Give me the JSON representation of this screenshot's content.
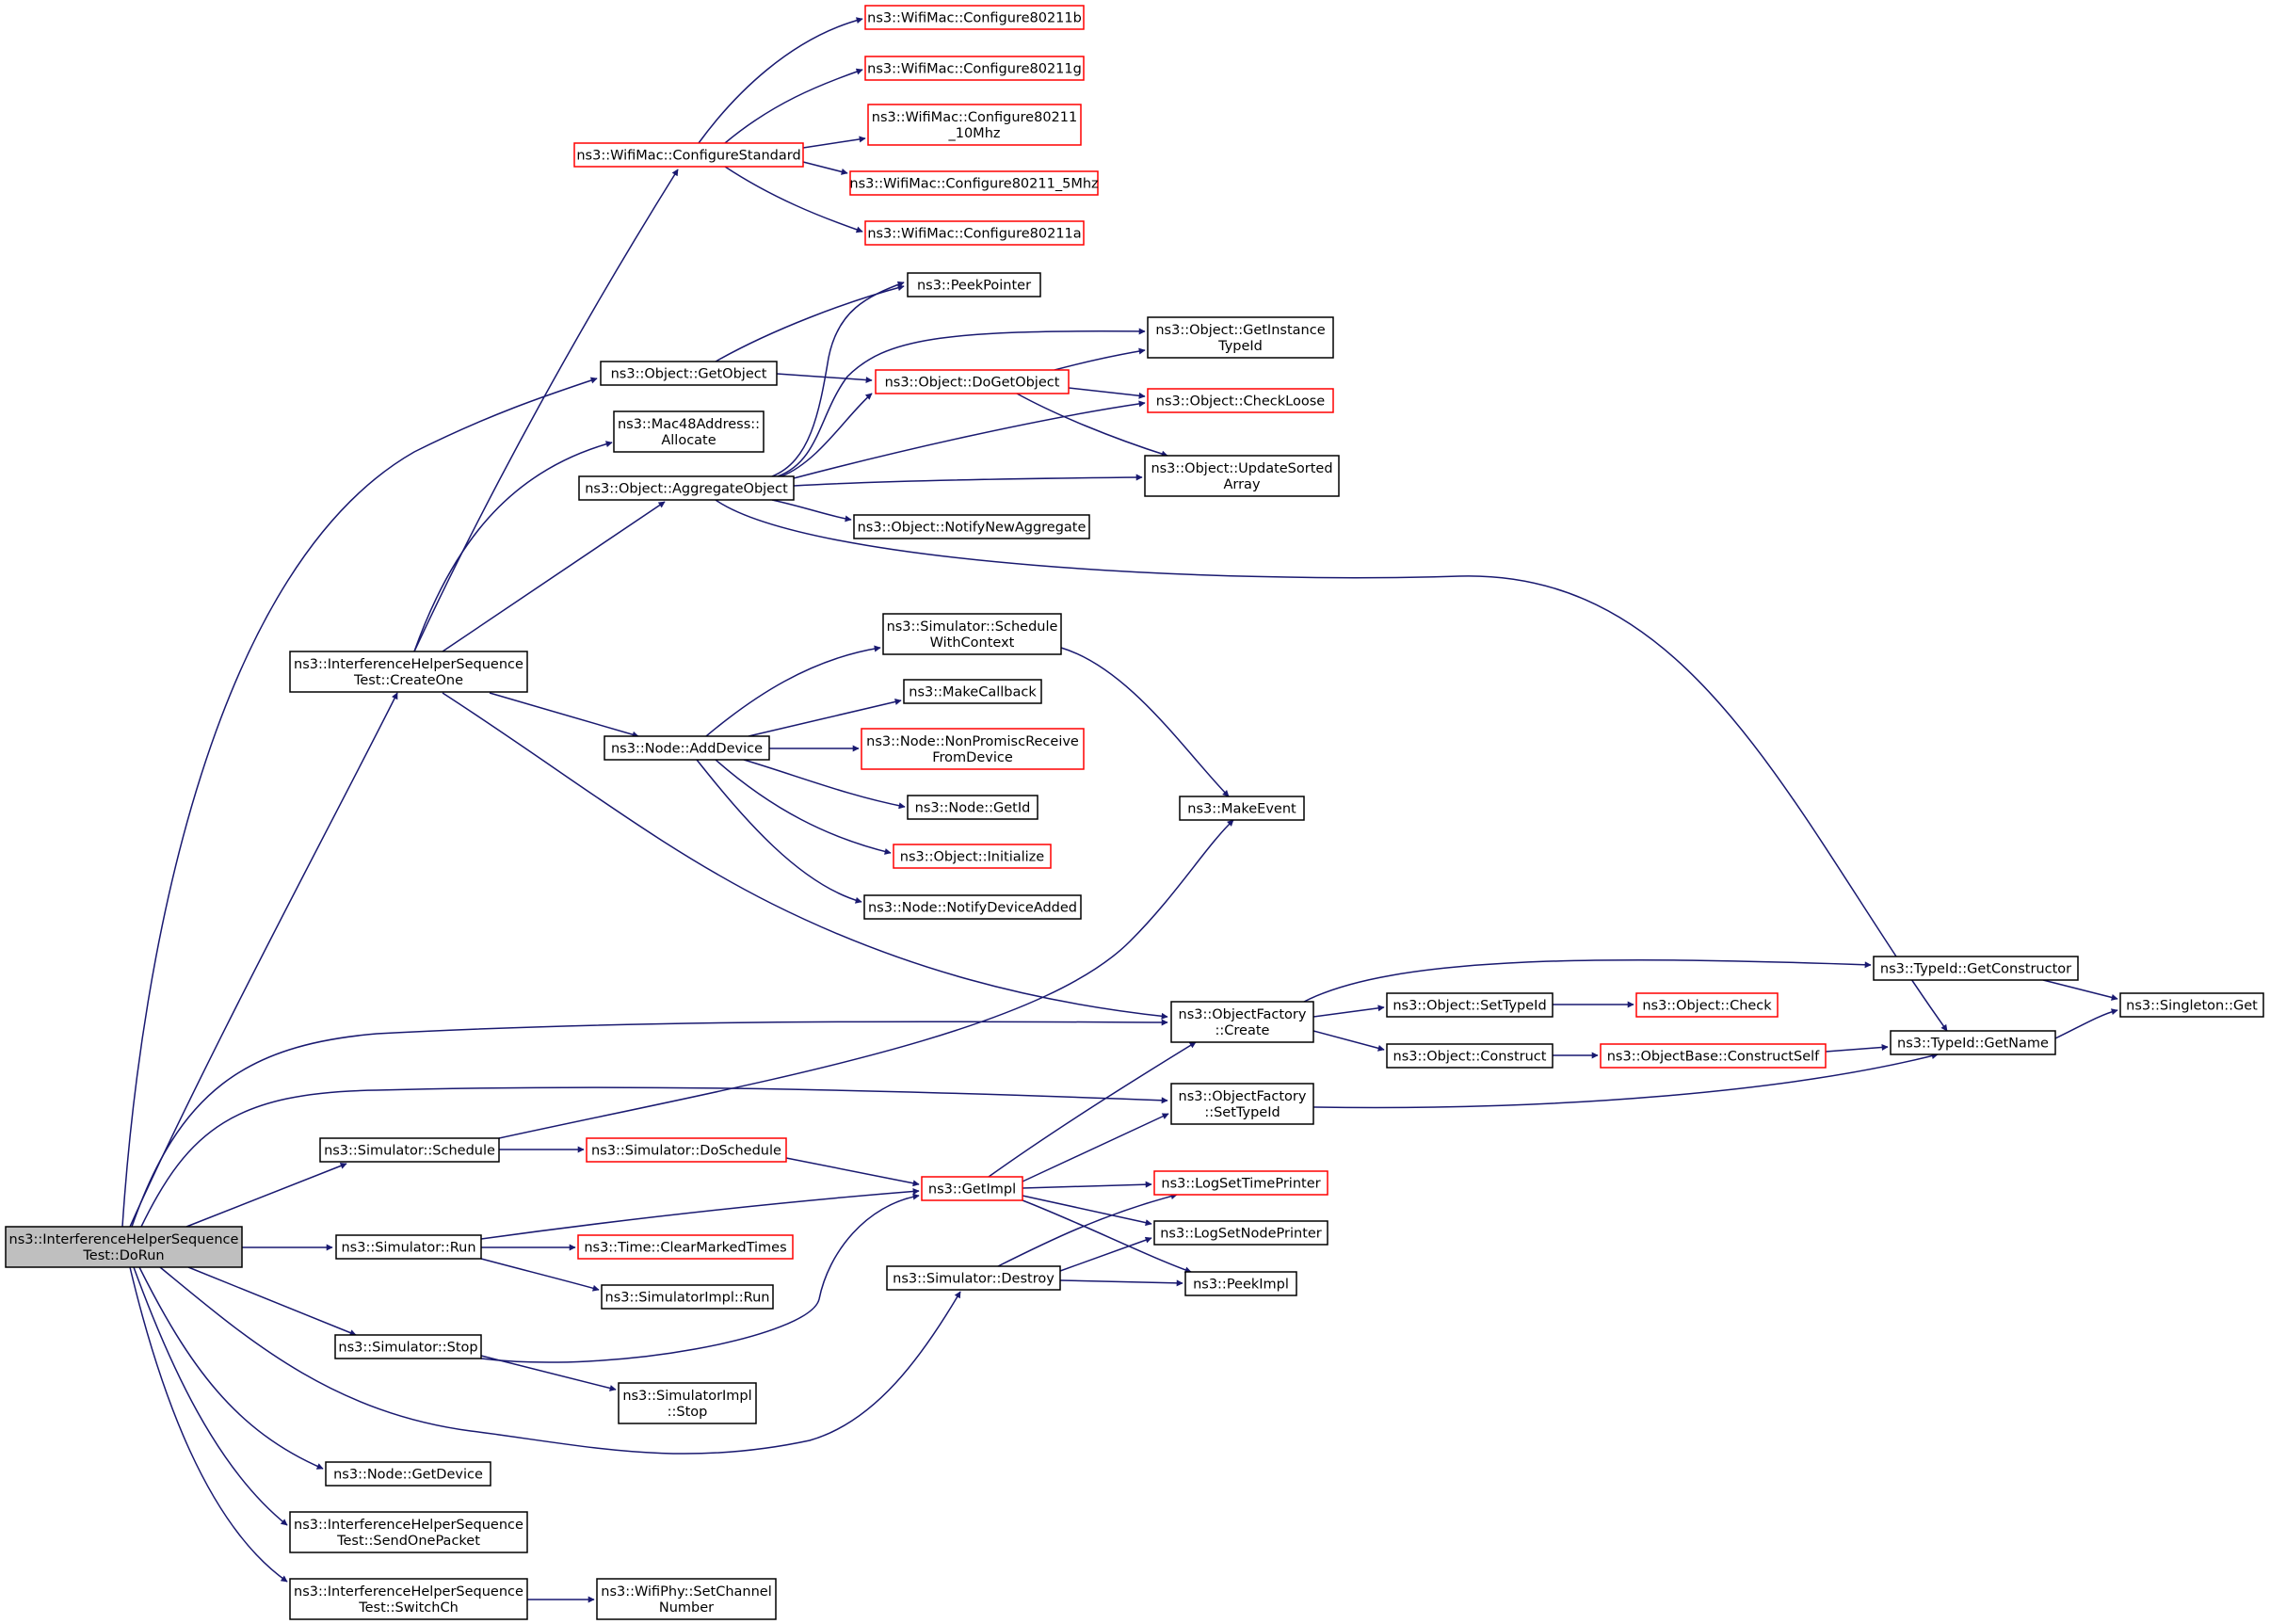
{
  "nodes": [
    {
      "id": "root",
      "lines": [
        "ns3::InterferenceHelperSequence",
        "Test::DoRun"
      ],
      "style": "root"
    },
    {
      "id": "createone",
      "lines": [
        "ns3::InterferenceHelperSequence",
        "Test::CreateOne"
      ],
      "style": "normal"
    },
    {
      "id": "configstd",
      "lines": [
        "ns3::WifiMac::ConfigureStandard"
      ],
      "style": "trunc"
    },
    {
      "id": "c80211b",
      "lines": [
        "ns3::WifiMac::Configure80211b"
      ],
      "style": "trunc"
    },
    {
      "id": "c80211g",
      "lines": [
        "ns3::WifiMac::Configure80211g"
      ],
      "style": "trunc"
    },
    {
      "id": "c10mhz",
      "lines": [
        "ns3::WifiMac::Configure80211",
        "_10Mhz"
      ],
      "style": "trunc"
    },
    {
      "id": "c5mhz",
      "lines": [
        "ns3::WifiMac::Configure80211_5Mhz"
      ],
      "style": "trunc"
    },
    {
      "id": "c80211a",
      "lines": [
        "ns3::WifiMac::Configure80211a"
      ],
      "style": "trunc"
    },
    {
      "id": "peekptr",
      "lines": [
        "ns3::PeekPointer"
      ],
      "style": "normal"
    },
    {
      "id": "getinst",
      "lines": [
        "ns3::Object::GetInstance",
        "TypeId"
      ],
      "style": "normal"
    },
    {
      "id": "getobj",
      "lines": [
        "ns3::Object::GetObject"
      ],
      "style": "normal"
    },
    {
      "id": "dogetobj",
      "lines": [
        "ns3::Object::DoGetObject"
      ],
      "style": "trunc"
    },
    {
      "id": "checkloose",
      "lines": [
        "ns3::Object::CheckLoose"
      ],
      "style": "trunc"
    },
    {
      "id": "macalloc",
      "lines": [
        "ns3::Mac48Address::",
        "Allocate"
      ],
      "style": "normal"
    },
    {
      "id": "updsorted",
      "lines": [
        "ns3::Object::UpdateSorted",
        "Array"
      ],
      "style": "normal"
    },
    {
      "id": "aggobj",
      "lines": [
        "ns3::Object::AggregateObject"
      ],
      "style": "normal"
    },
    {
      "id": "notifyagg",
      "lines": [
        "ns3::Object::NotifyNewAggregate"
      ],
      "style": "normal"
    },
    {
      "id": "schedctx",
      "lines": [
        "ns3::Simulator::Schedule",
        "WithContext"
      ],
      "style": "normal"
    },
    {
      "id": "makecb",
      "lines": [
        "ns3::MakeCallback"
      ],
      "style": "normal"
    },
    {
      "id": "adddev",
      "lines": [
        "ns3::Node::AddDevice"
      ],
      "style": "normal"
    },
    {
      "id": "nonprom",
      "lines": [
        "ns3::Node::NonPromiscReceive",
        "FromDevice"
      ],
      "style": "trunc"
    },
    {
      "id": "getid",
      "lines": [
        "ns3::Node::GetId"
      ],
      "style": "normal"
    },
    {
      "id": "makeevent",
      "lines": [
        "ns3::MakeEvent"
      ],
      "style": "normal"
    },
    {
      "id": "objinit",
      "lines": [
        "ns3::Object::Initialize"
      ],
      "style": "trunc"
    },
    {
      "id": "notifydev",
      "lines": [
        "ns3::Node::NotifyDeviceAdded"
      ],
      "style": "normal"
    },
    {
      "id": "getctor",
      "lines": [
        "ns3::TypeId::GetConstructor"
      ],
      "style": "normal"
    },
    {
      "id": "ofcreate",
      "lines": [
        "ns3::ObjectFactory",
        "::Create"
      ],
      "style": "normal"
    },
    {
      "id": "settypeid",
      "lines": [
        "ns3::Object::SetTypeId"
      ],
      "style": "normal"
    },
    {
      "id": "objcheck",
      "lines": [
        "ns3::Object::Check"
      ],
      "style": "trunc"
    },
    {
      "id": "singleton",
      "lines": [
        "ns3::Singleton::Get"
      ],
      "style": "normal"
    },
    {
      "id": "construct",
      "lines": [
        "ns3::Object::Construct"
      ],
      "style": "normal"
    },
    {
      "id": "ctorself",
      "lines": [
        "ns3::ObjectBase::ConstructSelf"
      ],
      "style": "trunc"
    },
    {
      "id": "getname",
      "lines": [
        "ns3::TypeId::GetName"
      ],
      "style": "normal"
    },
    {
      "id": "ofsettype",
      "lines": [
        "ns3::ObjectFactory",
        "::SetTypeId"
      ],
      "style": "normal"
    },
    {
      "id": "simsched",
      "lines": [
        "ns3::Simulator::Schedule"
      ],
      "style": "normal"
    },
    {
      "id": "dosched",
      "lines": [
        "ns3::Simulator::DoSchedule"
      ],
      "style": "trunc"
    },
    {
      "id": "getimpl",
      "lines": [
        "ns3::GetImpl"
      ],
      "style": "trunc"
    },
    {
      "id": "logtime",
      "lines": [
        "ns3::LogSetTimePrinter"
      ],
      "style": "trunc"
    },
    {
      "id": "simrun",
      "lines": [
        "ns3::Simulator::Run"
      ],
      "style": "normal"
    },
    {
      "id": "clearmarked",
      "lines": [
        "ns3::Time::ClearMarkedTimes"
      ],
      "style": "trunc"
    },
    {
      "id": "lognode",
      "lines": [
        "ns3::LogSetNodePrinter"
      ],
      "style": "normal"
    },
    {
      "id": "simdestroy",
      "lines": [
        "ns3::Simulator::Destroy"
      ],
      "style": "normal"
    },
    {
      "id": "peekimpl",
      "lines": [
        "ns3::PeekImpl"
      ],
      "style": "normal"
    },
    {
      "id": "implrun",
      "lines": [
        "ns3::SimulatorImpl::Run"
      ],
      "style": "normal"
    },
    {
      "id": "simstop",
      "lines": [
        "ns3::Simulator::Stop"
      ],
      "style": "normal"
    },
    {
      "id": "implstop",
      "lines": [
        "ns3::SimulatorImpl",
        "::Stop"
      ],
      "style": "normal"
    },
    {
      "id": "getdevice",
      "lines": [
        "ns3::Node::GetDevice"
      ],
      "style": "normal"
    },
    {
      "id": "sendone",
      "lines": [
        "ns3::InterferenceHelperSequence",
        "Test::SendOnePacket"
      ],
      "style": "normal"
    },
    {
      "id": "switchch",
      "lines": [
        "ns3::InterferenceHelperSequence",
        "Test::SwitchCh"
      ],
      "style": "normal"
    },
    {
      "id": "setchan",
      "lines": [
        "ns3::WifiPhy::SetChannel",
        "Number"
      ],
      "style": "normal"
    }
  ],
  "edges": [
    [
      "root",
      "createone"
    ],
    [
      "root",
      "getobj"
    ],
    [
      "root",
      "ofcreate"
    ],
    [
      "root",
      "ofsettype"
    ],
    [
      "root",
      "simsched"
    ],
    [
      "root",
      "simrun"
    ],
    [
      "root",
      "simstop"
    ],
    [
      "root",
      "simdestroy"
    ],
    [
      "root",
      "getdevice"
    ],
    [
      "root",
      "sendone"
    ],
    [
      "root",
      "switchch"
    ],
    [
      "createone",
      "configstd"
    ],
    [
      "createone",
      "macalloc"
    ],
    [
      "createone",
      "aggobj"
    ],
    [
      "createone",
      "adddev"
    ],
    [
      "createone",
      "ofcreate"
    ],
    [
      "configstd",
      "c80211b"
    ],
    [
      "configstd",
      "c80211g"
    ],
    [
      "configstd",
      "c10mhz"
    ],
    [
      "configstd",
      "c5mhz"
    ],
    [
      "configstd",
      "c80211a"
    ],
    [
      "getobj",
      "peekptr"
    ],
    [
      "getobj",
      "dogetobj"
    ],
    [
      "dogetobj",
      "getinst"
    ],
    [
      "dogetobj",
      "checkloose"
    ],
    [
      "dogetobj",
      "updsorted"
    ],
    [
      "aggobj",
      "peekptr"
    ],
    [
      "aggobj",
      "getinst"
    ],
    [
      "aggobj",
      "dogetobj"
    ],
    [
      "aggobj",
      "checkloose"
    ],
    [
      "aggobj",
      "updsorted"
    ],
    [
      "aggobj",
      "notifyagg"
    ],
    [
      "aggobj",
      "getname"
    ],
    [
      "adddev",
      "schedctx"
    ],
    [
      "adddev",
      "makecb"
    ],
    [
      "adddev",
      "nonprom"
    ],
    [
      "adddev",
      "getid"
    ],
    [
      "adddev",
      "objinit"
    ],
    [
      "adddev",
      "notifydev"
    ],
    [
      "schedctx",
      "makeevent"
    ],
    [
      "ofcreate",
      "getctor"
    ],
    [
      "ofcreate",
      "settypeid"
    ],
    [
      "ofcreate",
      "construct"
    ],
    [
      "settypeid",
      "objcheck"
    ],
    [
      "construct",
      "ctorself"
    ],
    [
      "ctorself",
      "getname"
    ],
    [
      "getctor",
      "singleton"
    ],
    [
      "getname",
      "singleton"
    ],
    [
      "ofsettype",
      "getname"
    ],
    [
      "simsched",
      "makeevent"
    ],
    [
      "simsched",
      "dosched"
    ],
    [
      "dosched",
      "getimpl"
    ],
    [
      "getimpl",
      "ofcreate"
    ],
    [
      "getimpl",
      "ofsettype"
    ],
    [
      "getimpl",
      "logtime"
    ],
    [
      "getimpl",
      "lognode"
    ],
    [
      "getimpl",
      "peekimpl"
    ],
    [
      "simrun",
      "getimpl"
    ],
    [
      "simrun",
      "clearmarked"
    ],
    [
      "simrun",
      "implrun"
    ],
    [
      "simstop",
      "getimpl"
    ],
    [
      "simstop",
      "implstop"
    ],
    [
      "simdestroy",
      "logtime"
    ],
    [
      "simdestroy",
      "lognode"
    ],
    [
      "simdestroy",
      "peekimpl"
    ],
    [
      "switchch",
      "setchan"
    ]
  ],
  "colors": {
    "edge": "#191970",
    "border": "#000000",
    "border_truncated": "#ff0000",
    "root_fill": "#bfbfbf",
    "text": "#000000"
  }
}
